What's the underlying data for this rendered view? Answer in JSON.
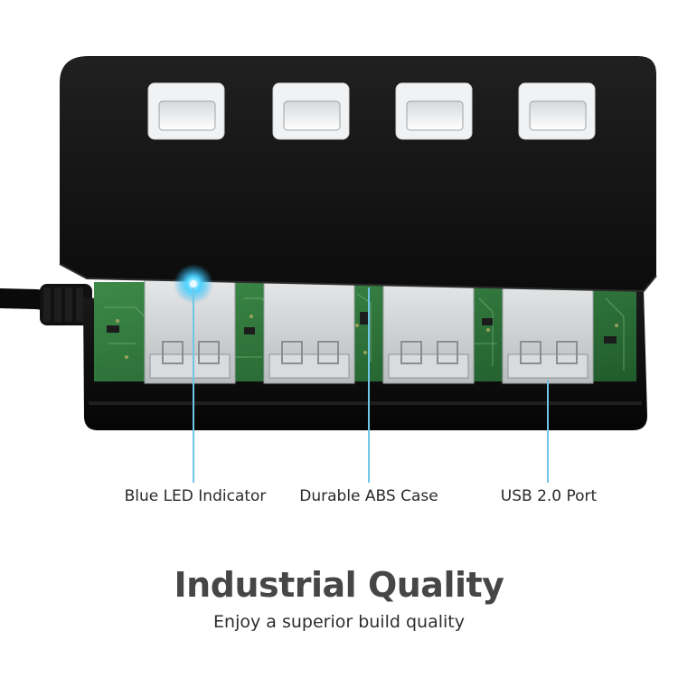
{
  "callouts": {
    "led": "Blue LED Indicator",
    "case": "Durable ABS Case",
    "port": "USB 2.0 Port"
  },
  "headline": "Industrial Quality",
  "subheadline": "Enjoy a superior build quality",
  "colors": {
    "background": "#ffffff",
    "case": "#161616",
    "pcb": "#2f7a3c",
    "callout_line": "#6fc6e6",
    "led_glow": "#29b6f6",
    "headline": "#464646"
  }
}
